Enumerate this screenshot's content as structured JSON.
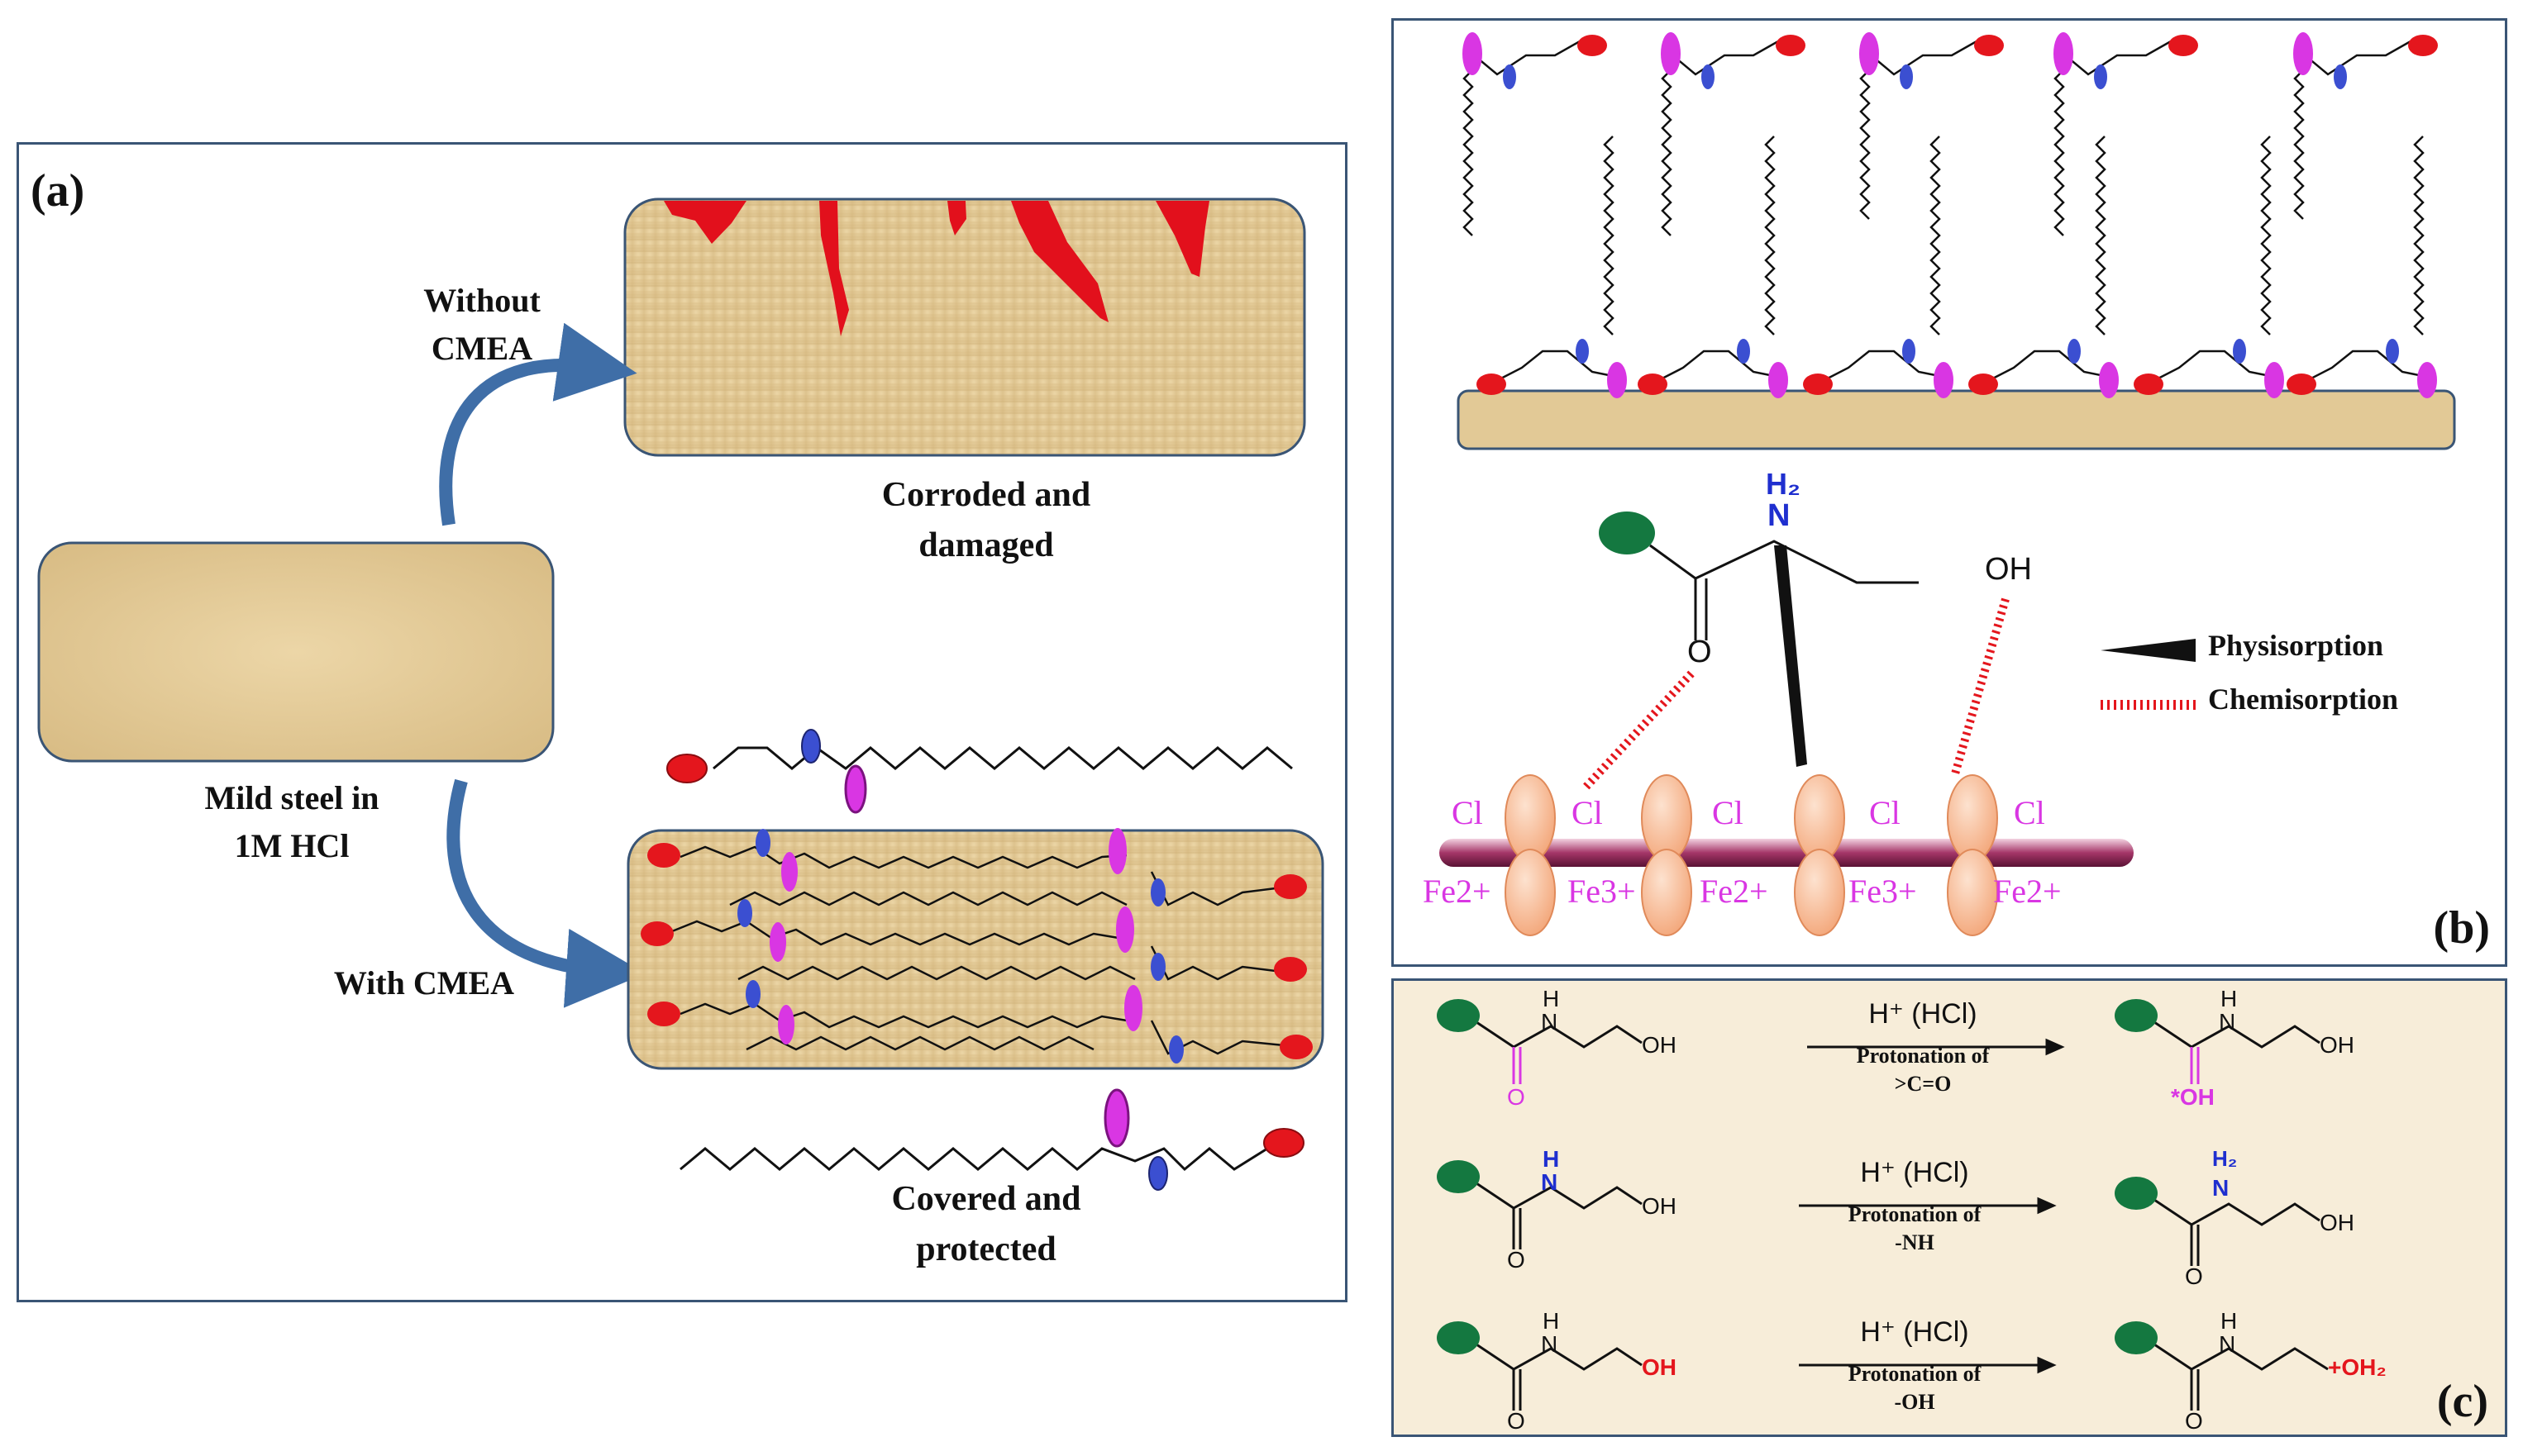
{
  "panel_a": {
    "label": "(a)",
    "without_label": "Without\nCMEA",
    "with_label": "With CMEA",
    "steel_label": "Mild steel in\n1M HCl",
    "corroded_label": "Corroded and\ndamaged",
    "protected_label": "Covered and\nprotected"
  },
  "panel_b": {
    "label": "(b)",
    "legend_physisorption": "Physisorption",
    "legend_chemisorption": "Chemisorption",
    "chloride": "Cl",
    "ions": [
      "Fe2+",
      "Fe3+",
      "Fe2+",
      "Fe3+",
      "Fe2+"
    ],
    "nh_label": "H₂",
    "n_label": "N",
    "oh_label": "OH",
    "o_label": "O"
  },
  "panel_c": {
    "label": "(c)",
    "reagent": "H⁺ (HCl)",
    "reactions": [
      {
        "caption": "Protonation of\n>C=O",
        "product_site": "*OH"
      },
      {
        "caption": "Protonation of\n-NH",
        "product_site": "H₂"
      },
      {
        "caption": "Protonation of\n-OH",
        "product_site": "+OH₂"
      }
    ],
    "atom_h": "H",
    "atom_n": "N",
    "atom_o": "O",
    "atom_oh": "OH"
  },
  "colors": {
    "frame": "#3a5575",
    "steel": "#e2c996",
    "corrosion": "#e2101c",
    "amide_o": "#d936e3",
    "amine_n": "#3b4fd1",
    "hydroxyl": "#e4161d",
    "green_group": "#147840",
    "orbital": "#f7b48a",
    "arrow": "#3f6ea7"
  }
}
